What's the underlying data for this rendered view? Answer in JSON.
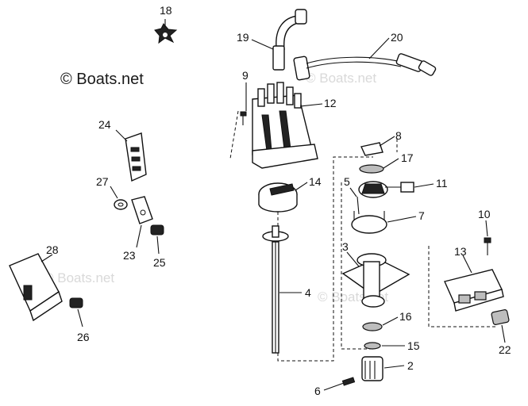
{
  "watermarks": [
    "© Boats.net",
    "© Boats.net",
    "© Boats.net",
    "© Boats.net"
  ],
  "labels": [
    "18",
    "19",
    "20",
    "9",
    "12",
    "24",
    "8",
    "17",
    "27",
    "14",
    "5",
    "11",
    "7",
    "10",
    "23",
    "25",
    "3",
    "13",
    "28",
    "4",
    "16",
    "15",
    "26",
    "22",
    "2",
    "6"
  ],
  "colors": {
    "ink": "#111111",
    "part_fill": "#ffffff",
    "shade": "#bdbdbd",
    "watermark_light": "#d9d9d9"
  }
}
